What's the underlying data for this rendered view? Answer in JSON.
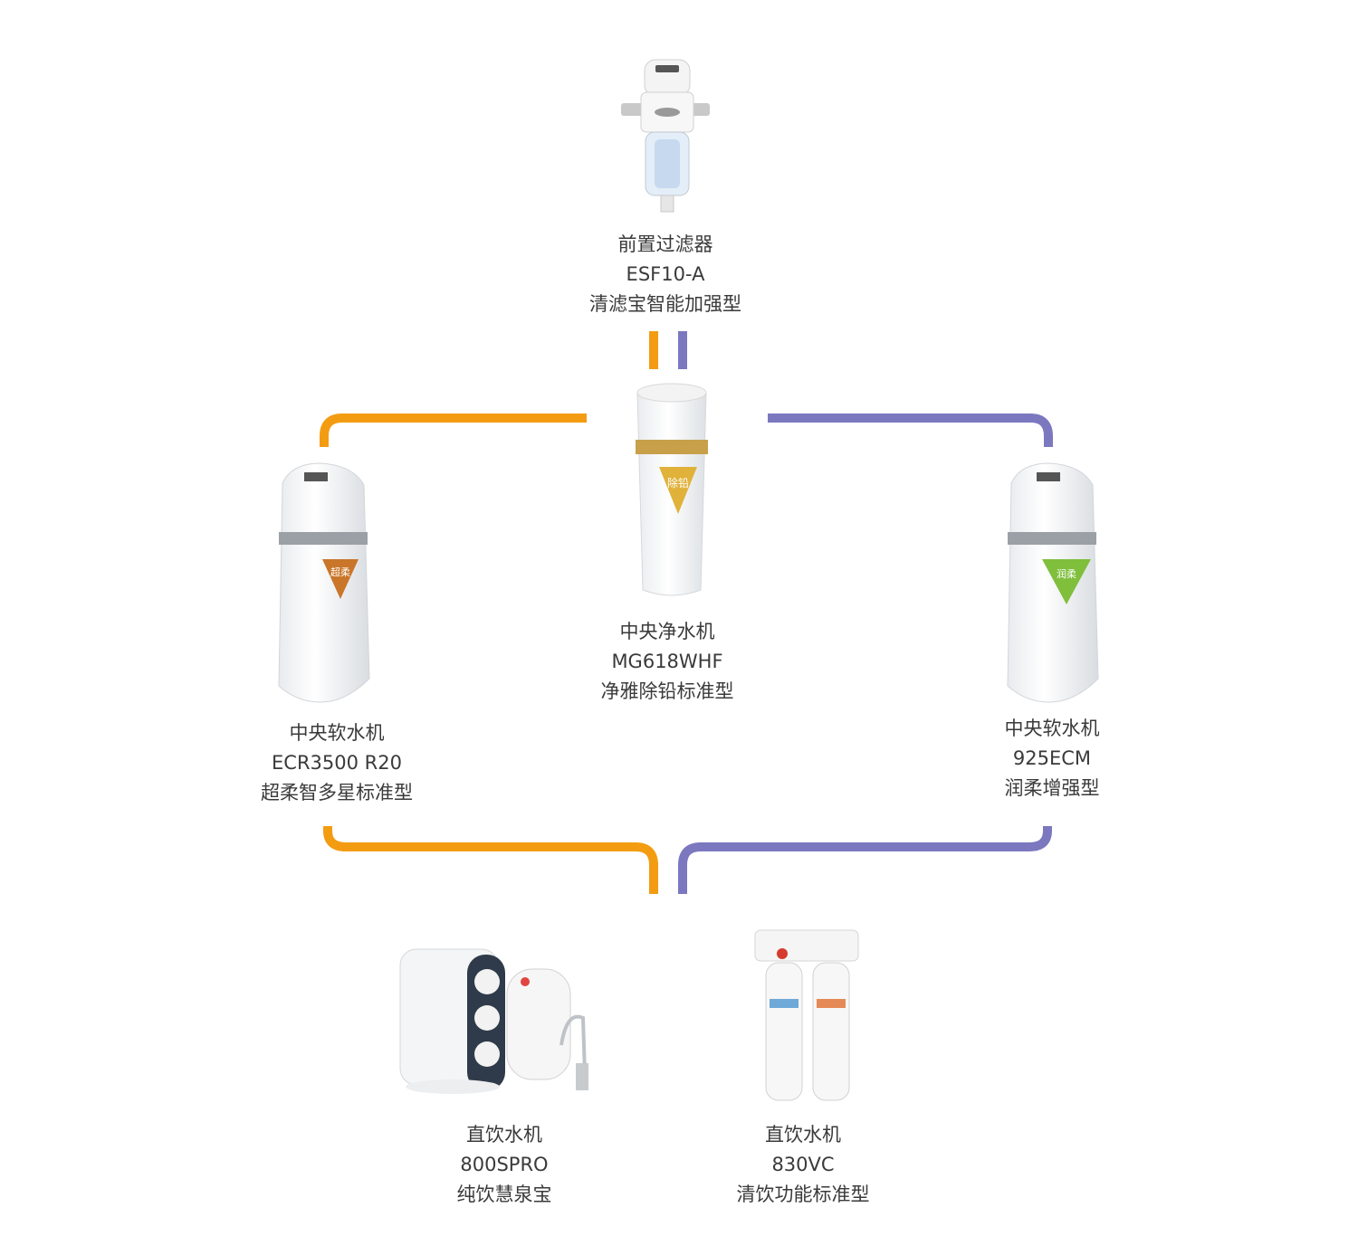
{
  "colors": {
    "orange": "#f39c12",
    "purple": "#7b78c0",
    "text": "#3a3a3a"
  },
  "products": {
    "pre_filter": {
      "lines": [
        "前置过滤器",
        "ESF10-A",
        "清滤宝智能加强型"
      ],
      "icon": "pre-filter-image"
    },
    "purifier": {
      "lines": [
        "中央净水机",
        "MG618WHF",
        "净雅除铅标准型"
      ],
      "icon": "purifier-image",
      "badge": "除铅"
    },
    "softener_left": {
      "lines": [
        "中央软水机",
        "ECR3500 R20",
        "超柔智多星标准型"
      ],
      "icon": "softener-image",
      "badge": "超柔"
    },
    "softener_right": {
      "lines": [
        "中央软水机",
        "925ECM",
        "润柔增强型"
      ],
      "icon": "softener-image",
      "badge": "润柔"
    },
    "drinking_800": {
      "lines": [
        "直饮水机",
        "800SPRO",
        "纯饮慧泉宝"
      ],
      "icon": "ro-purifier-image"
    },
    "drinking_830": {
      "lines": [
        "直饮水机",
        "830VC",
        "清饮功能标准型"
      ],
      "icon": "twin-filter-image"
    }
  }
}
